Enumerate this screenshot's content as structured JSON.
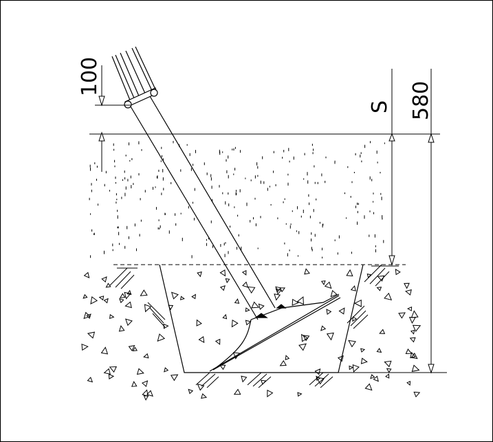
{
  "dimensions": {
    "top_offset": "100",
    "soil_cover": "S",
    "overall_depth": "580"
  },
  "colors": {
    "line": "#000000",
    "background": "#ffffff"
  }
}
